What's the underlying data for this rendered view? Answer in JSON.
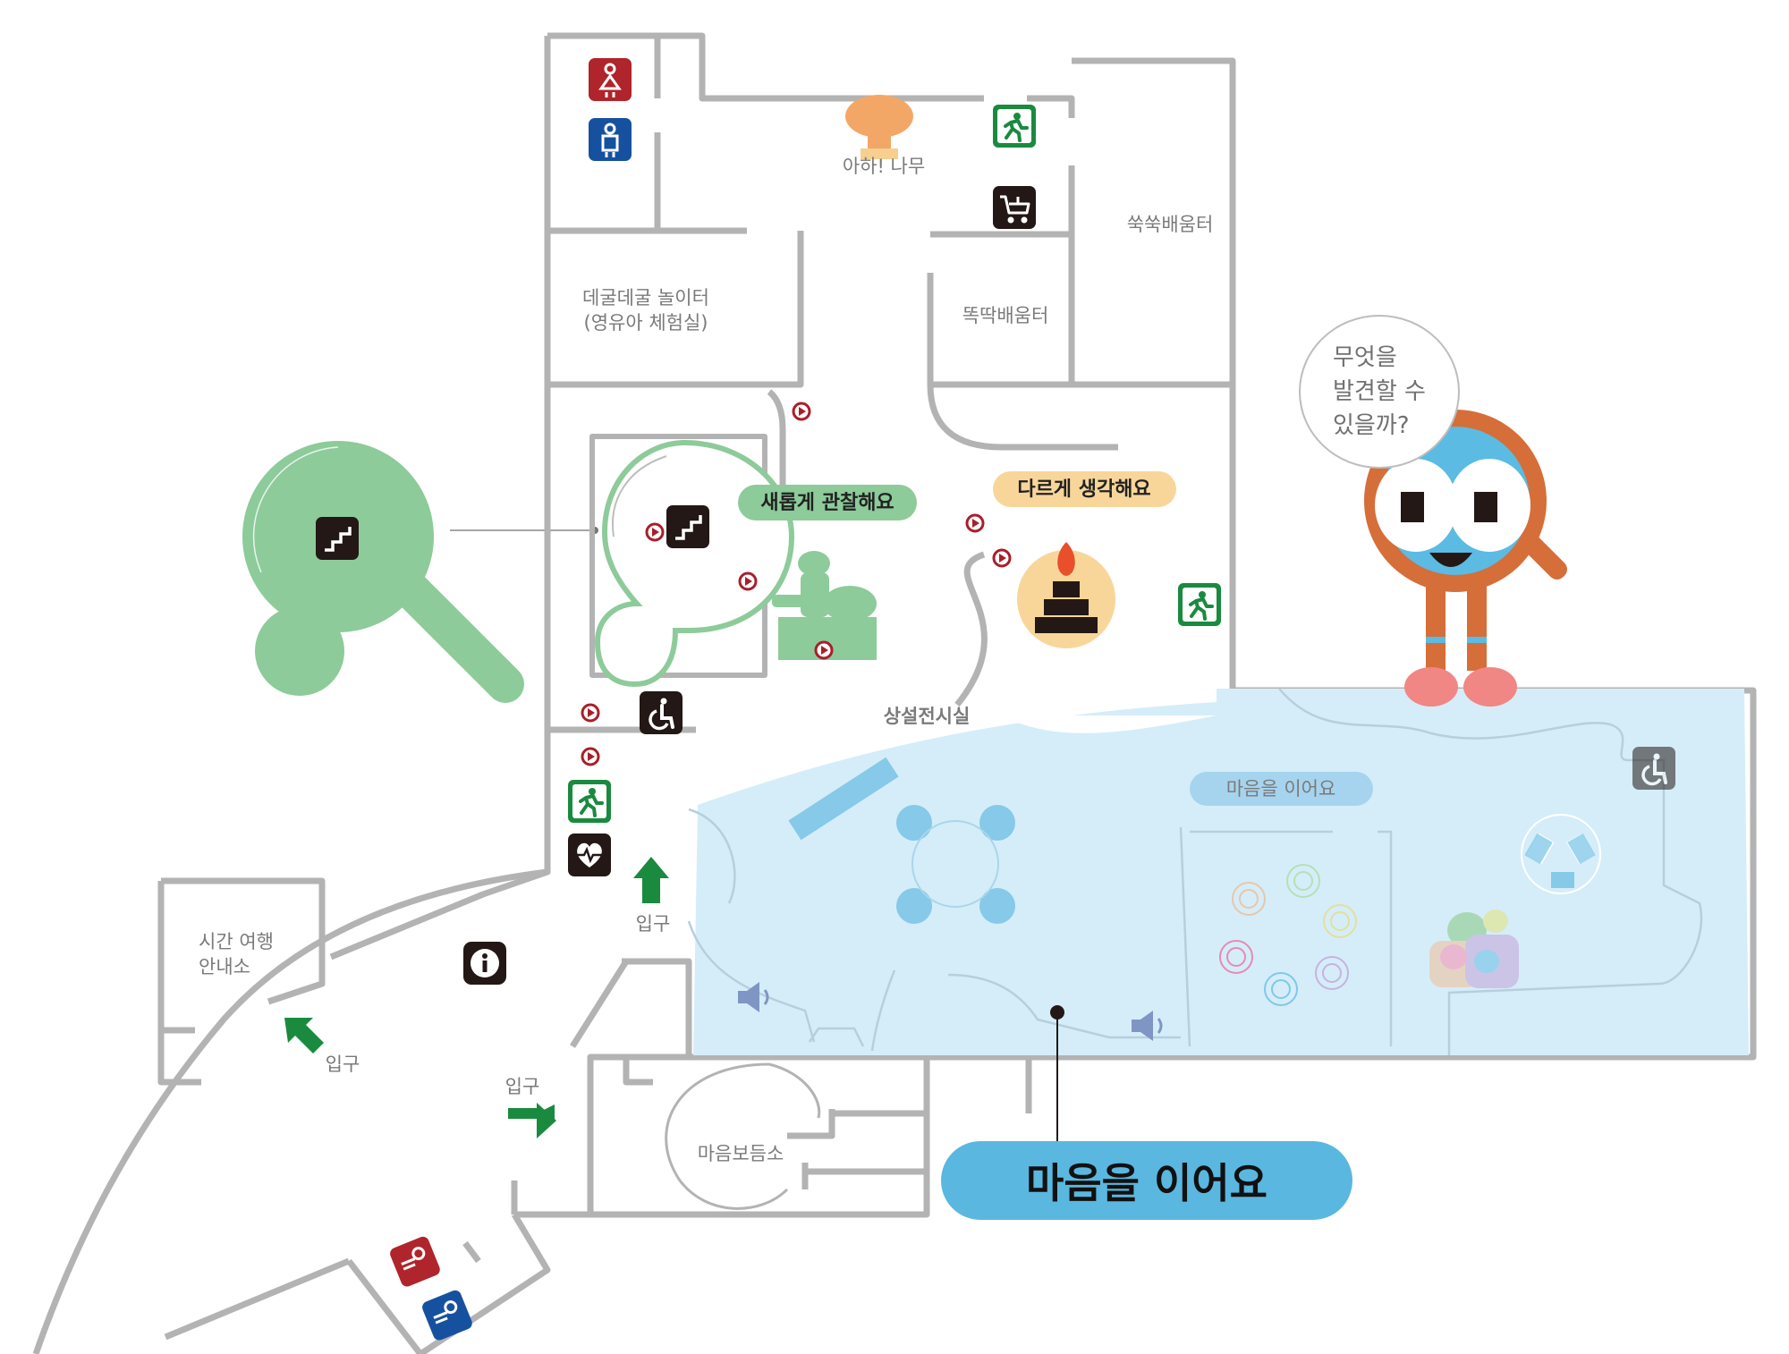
{
  "rooms": {
    "tree": "아하! 나무",
    "sprout": "쑥쑥배움터",
    "toddler_line1": "데굴데굴 놀이터",
    "toddler_line2": "(영유아 체험실)",
    "ttokttak": "똑딱배움터",
    "observe": "새롭게 관찰해요",
    "think": "다르게 생각해요",
    "permanent": "상설전시실",
    "connect_small": "마음을 이어요",
    "time_travel_line1": "시간 여행",
    "time_travel_line2": "안내소",
    "care": "마음보듬소"
  },
  "entrances": {
    "label": "입구"
  },
  "callout": {
    "label": "마음을 이어요"
  },
  "speech": {
    "text": "무엇을\n발견할 수\n있을까?"
  },
  "icons": [
    "restroom-female-icon",
    "restroom-male-icon",
    "emergency-exit-icon",
    "stroller-icon",
    "stairs-icon",
    "wheelchair-icon",
    "defibrillator-icon",
    "information-icon",
    "speaker-icon",
    "play-marker-icon"
  ],
  "colors": {
    "wall": "#b3b3b3",
    "highlight_zone": "#d5edf9",
    "callout": "#5ab7df",
    "green_zone": "#8dcb9a",
    "think_badge": "#f8d69a",
    "exit_green": "#1a8a3f",
    "female_red": "#b0242b",
    "male_blue": "#1651a0",
    "mascot_orange": "#d56e39",
    "mascot_blue": "#5bbbe3"
  }
}
